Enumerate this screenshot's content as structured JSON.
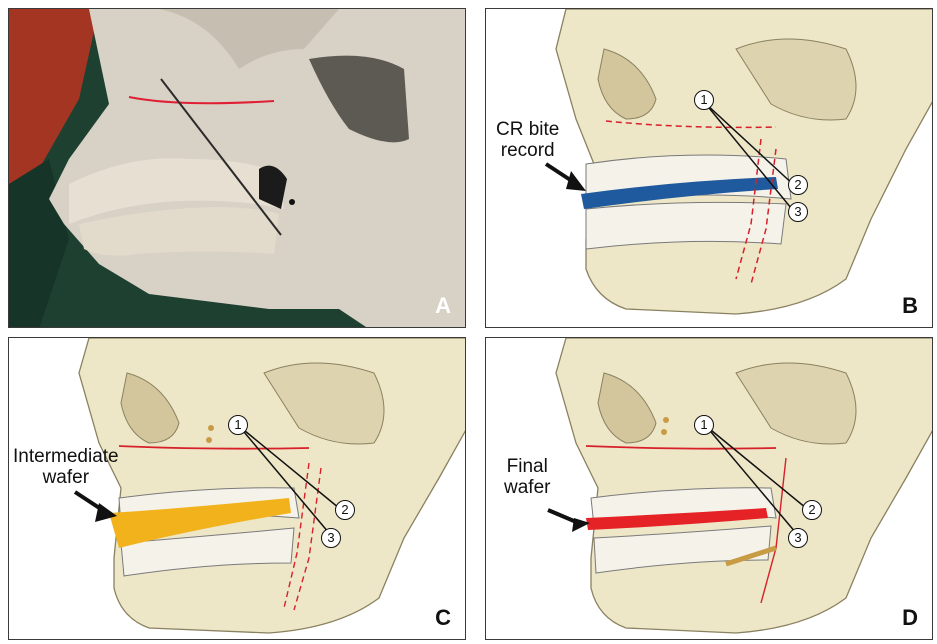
{
  "panels": {
    "a": {
      "letter": "A"
    },
    "b": {
      "letter": "B",
      "callout": "CR bite record",
      "callout_line1": "CR bite",
      "callout_line2": "record",
      "wafer_color": "#1f5a9e"
    },
    "c": {
      "letter": "C",
      "callout_line1": "Intermediate",
      "callout_line2": "wafer",
      "wafer_color": "#f2b21c"
    },
    "d": {
      "letter": "D",
      "callout_line1": "Final",
      "callout_line2": "wafer",
      "wafer_color": "#e52226"
    }
  },
  "markers": {
    "one": "1",
    "two": "2",
    "three": "3"
  },
  "colors": {
    "bone": "#ede6c7",
    "bone_edge": "#8a8160",
    "cut_line": "#d7202a",
    "photo_bg": "#1d4030",
    "skull_photo": "#d8d1c5"
  }
}
